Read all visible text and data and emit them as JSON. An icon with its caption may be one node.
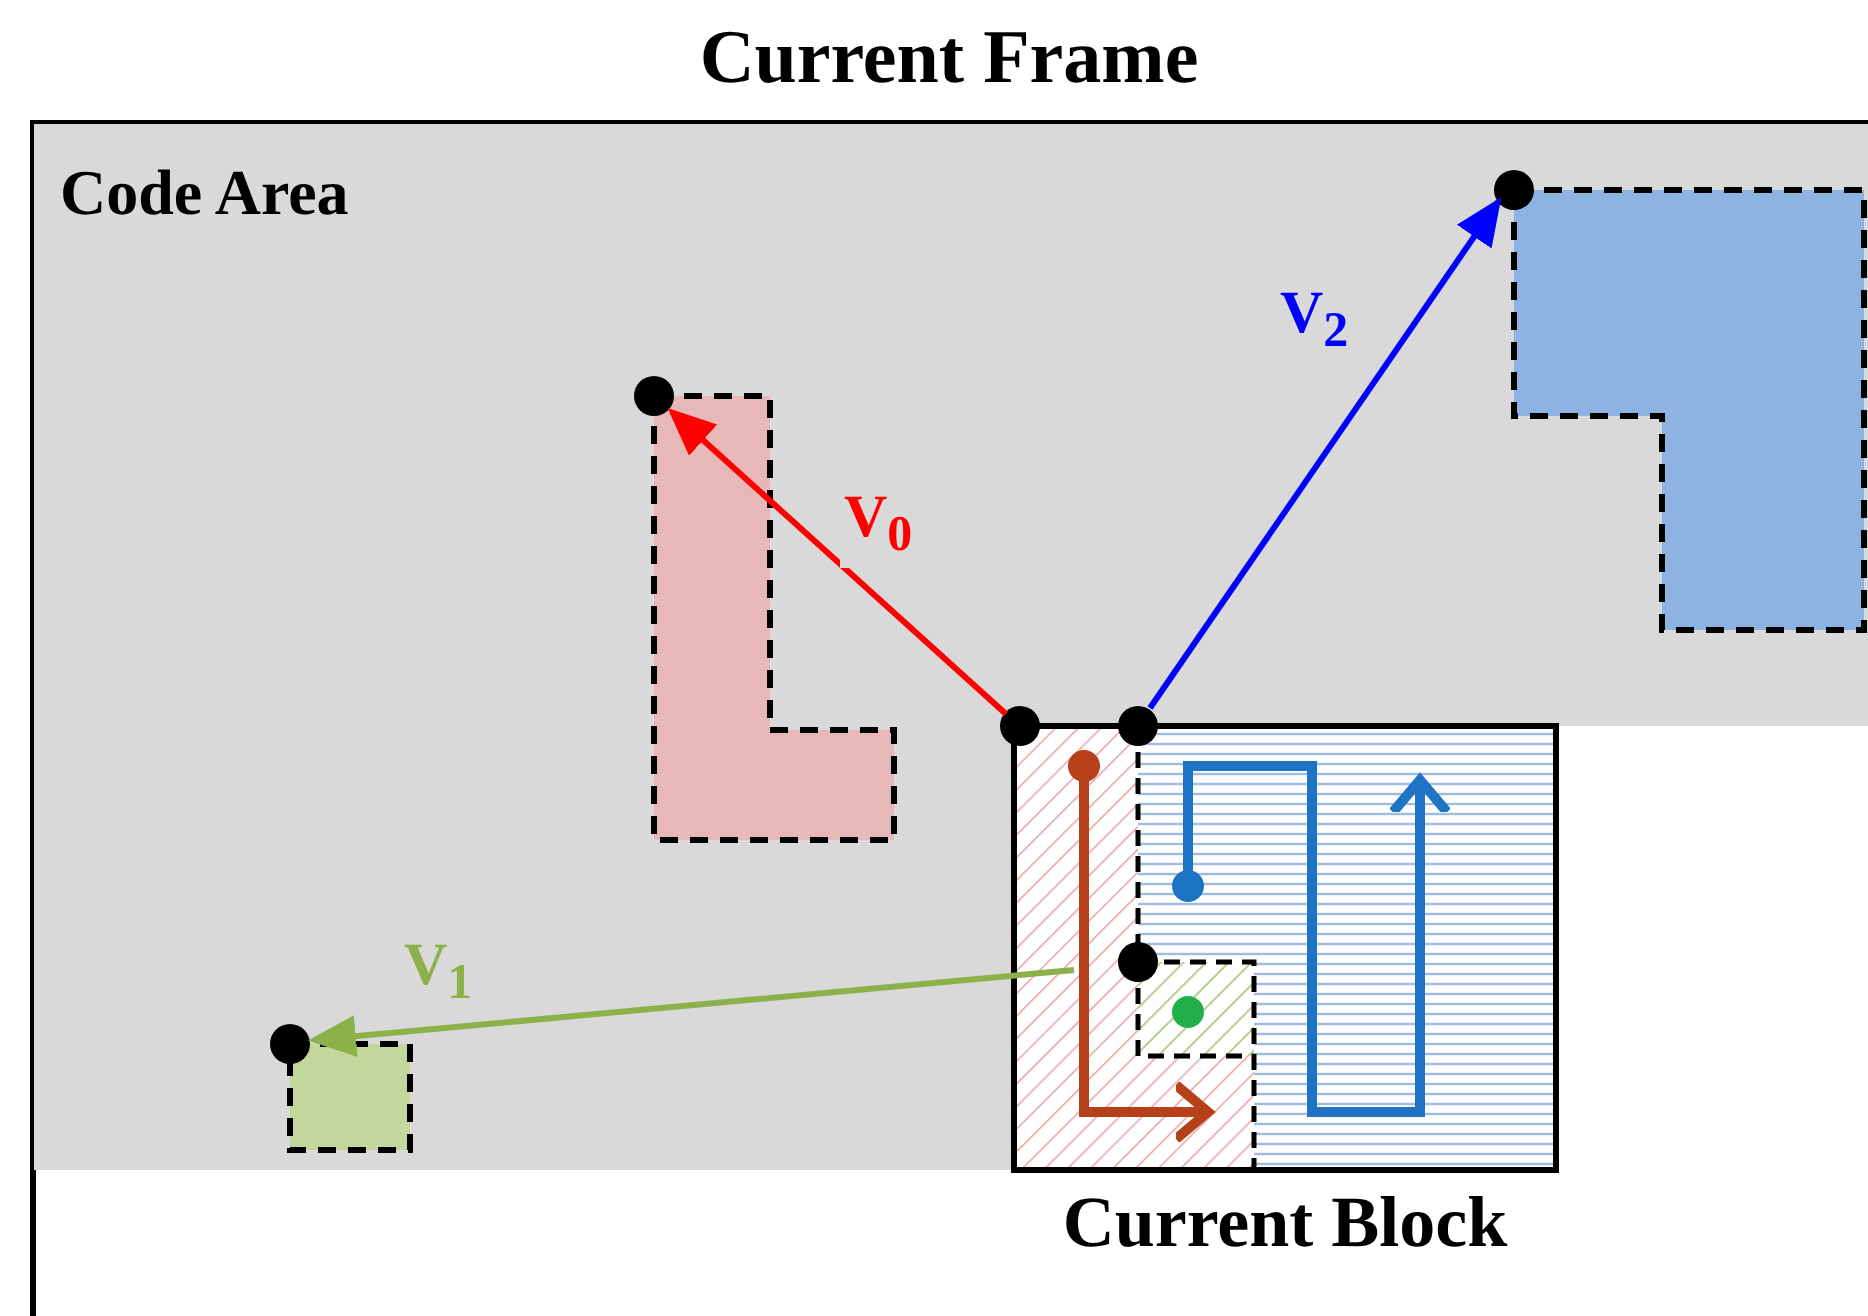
{
  "diagram": {
    "nodes": [
      {
        "text": [
          "Current Frame"
        ]
      },
      {
        "text": [
          "Code Area"
        ],
        "in": 0
      },
      {
        "text": [
          "Current Block"
        ],
        "in": 1
      },
      {
        "text": [],
        "shape": "box",
        "in": 1
      },
      {
        "text": [],
        "shape": "box",
        "in": 1
      },
      {
        "text": [],
        "shape": "box",
        "in": 1
      }
    ],
    "edges": [
      {
        "from": 2,
        "to": 4,
        "arrow": "to",
        "label": "V$_{0}$",
        "color": "#ff0000"
      },
      {
        "from": 2,
        "to": 3,
        "arrow": "to",
        "label": "V$_{1}$",
        "color": "#8db14a"
      },
      {
        "from": 2,
        "to": 5,
        "arrow": "to",
        "label": "V$_{2}$",
        "color": "#0000ff"
      }
    ]
  }
}
